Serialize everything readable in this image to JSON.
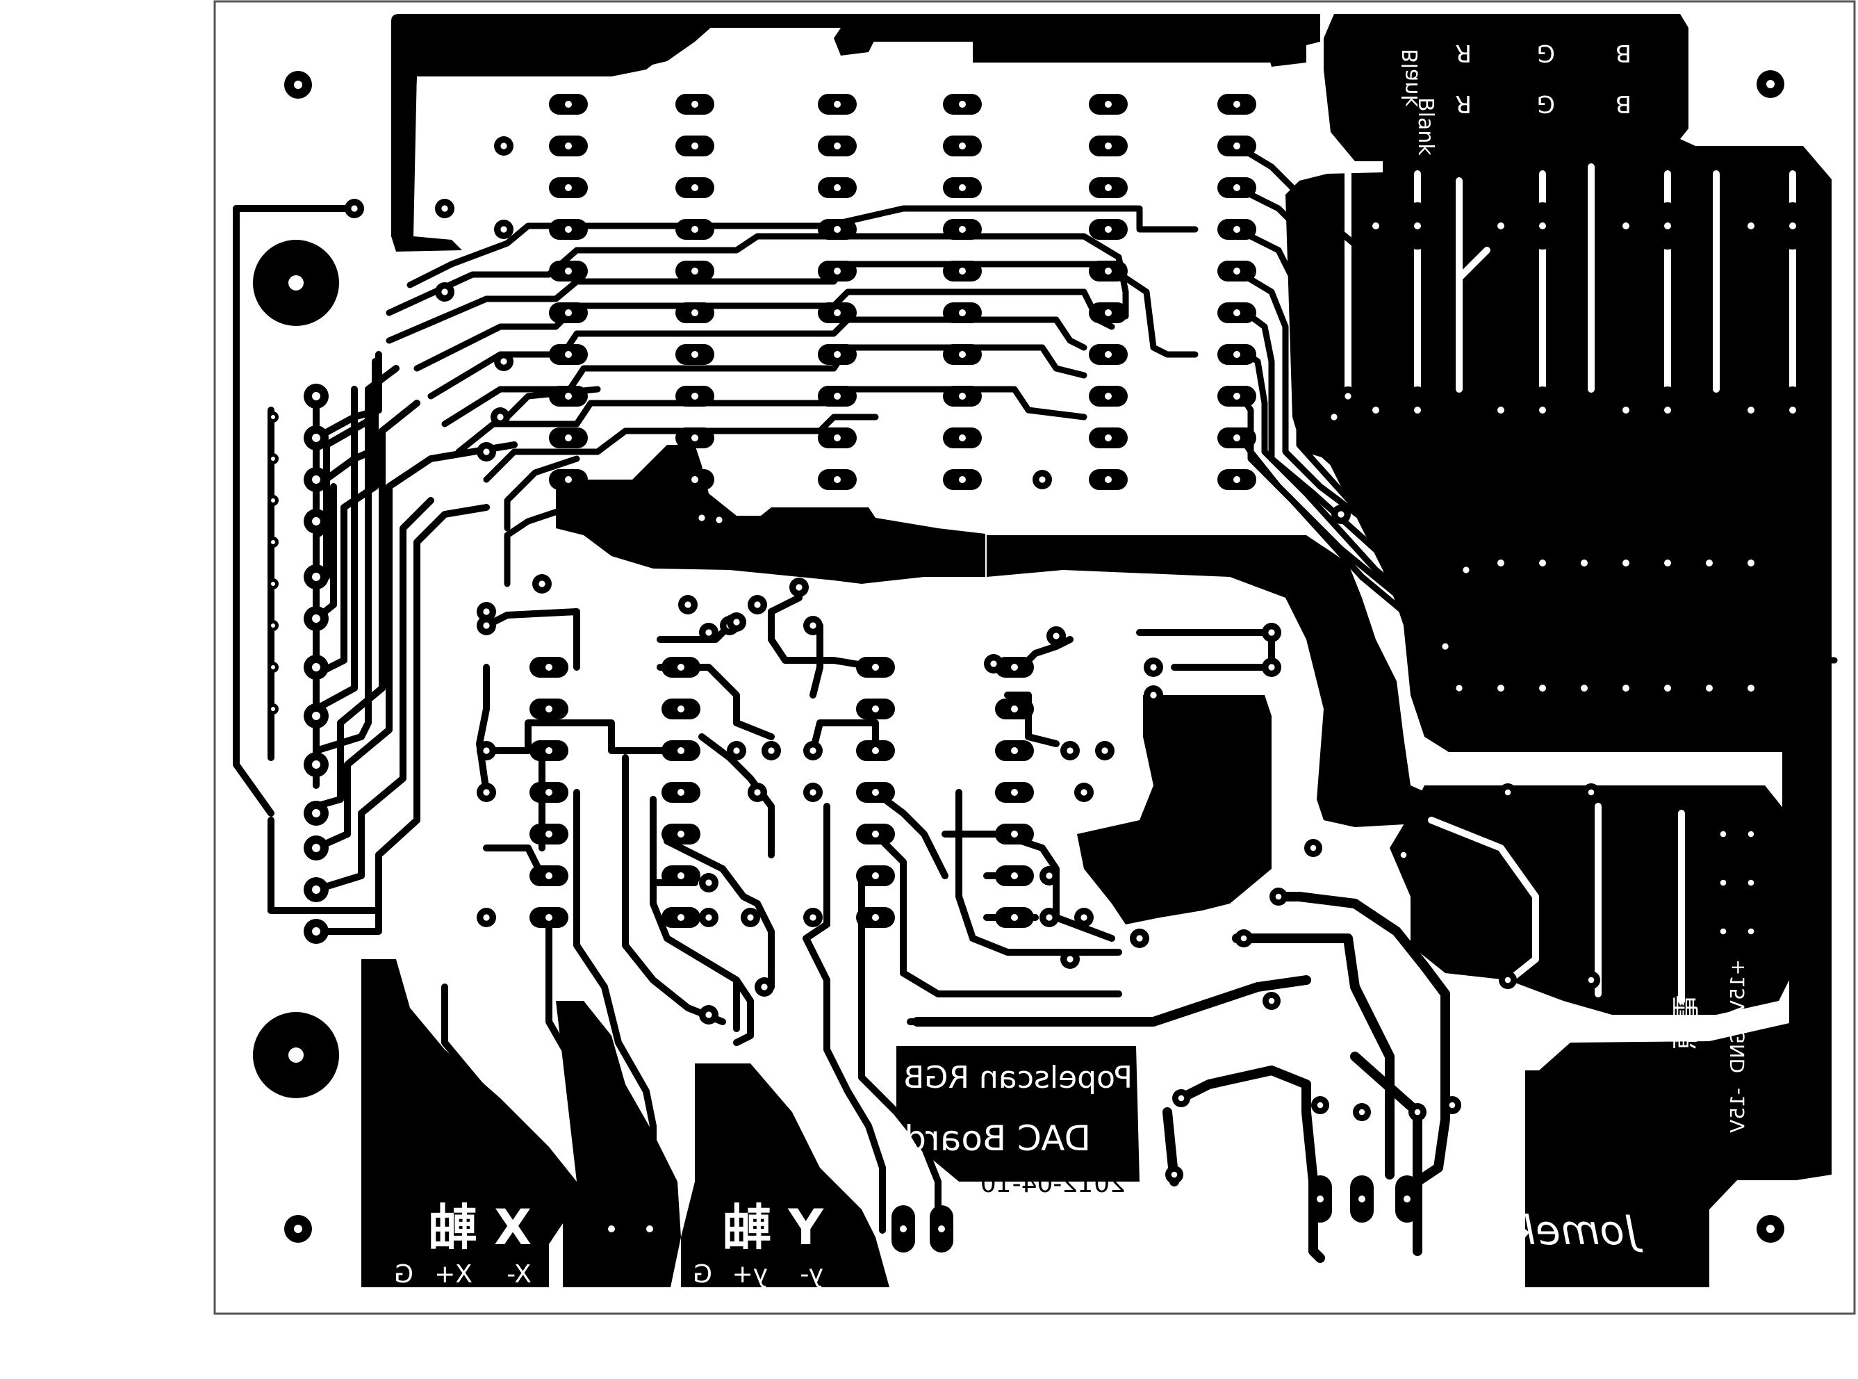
{
  "board": {
    "name": "Popelscan RGB",
    "subtitle": "DAC Board",
    "date": "2012-04-10",
    "signature": "Jomekugi"
  },
  "connectors": {
    "rgb_header_row1": [
      "B",
      "G",
      "R",
      "Blank"
    ],
    "rgb_header_row2": [
      "B",
      "G",
      "R",
      "Blank"
    ],
    "power_label": "電源",
    "power_pins": [
      "+15V",
      "GND",
      "-15V"
    ],
    "x_axis": {
      "title": "X 軸",
      "pins": [
        "X-",
        "X+",
        "G"
      ]
    },
    "y_axis": {
      "title": "Y 軸",
      "pins": [
        "y-",
        "y+",
        "G"
      ]
    }
  }
}
